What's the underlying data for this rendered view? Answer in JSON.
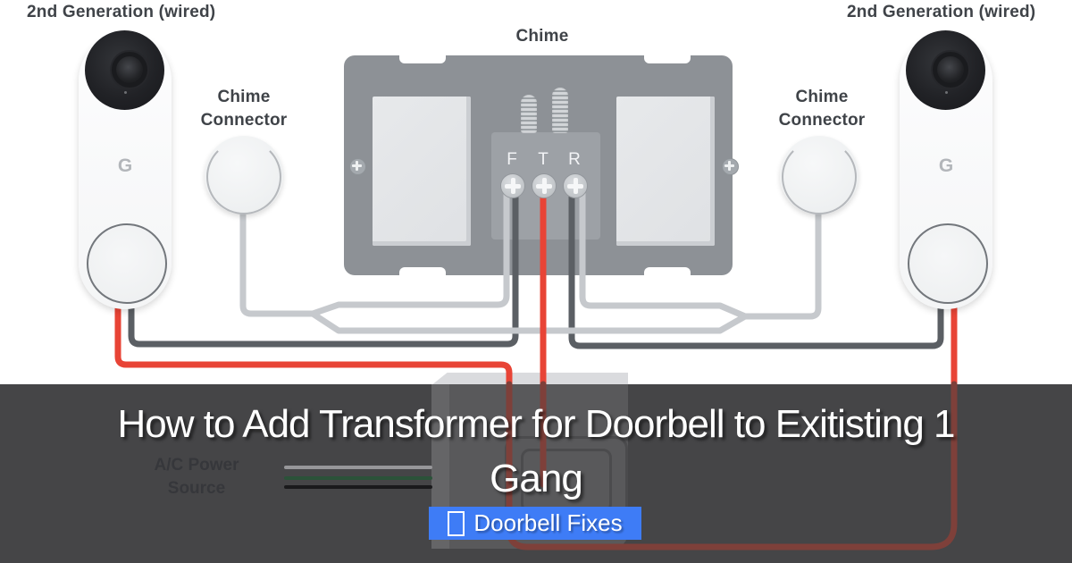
{
  "title": {
    "line1": "How to Add Transformer for Doorbell to Exitisting 1",
    "line2": "Gang"
  },
  "badge": {
    "label": "Doorbell Fixes",
    "icon": "missing-glyph-box",
    "background": "#3e7cf6"
  },
  "diagram": {
    "left_doorbell_label": "2nd Generation (wired)",
    "right_doorbell_label": "2nd Generation (wired)",
    "chime_label": "Chime",
    "connector_label_line1": "Chime",
    "connector_label_line2": "Connector",
    "power_label_line1": "A/C Power",
    "power_label_line2": "Source",
    "google_logo": "G",
    "terminals": [
      "F",
      "T",
      "R"
    ]
  },
  "colors": {
    "wire_red": "#e84436",
    "wire_red_dim": "#7e403a",
    "wire_dark": "#5b5f64",
    "wire_light": "#c6c9cd",
    "chime_gray": "#8d9196",
    "overlay_gray": "#454547",
    "badge_blue": "#3e7cf6",
    "title_white": "#ffffff"
  }
}
